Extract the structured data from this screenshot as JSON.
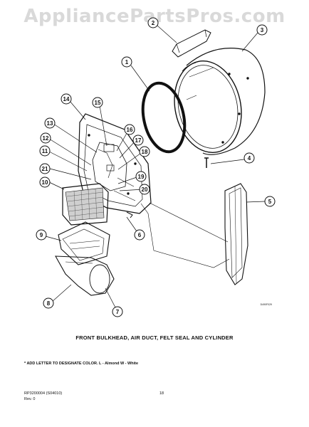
{
  "watermark": "AppliancePartsPros.com",
  "diagram": {
    "callouts": [
      "1",
      "2",
      "3",
      "4",
      "5",
      "6",
      "7",
      "8",
      "9",
      "10",
      "11",
      "12",
      "13",
      "14",
      "15",
      "16",
      "17",
      "18",
      "19",
      "20",
      "21"
    ],
    "drawing_code": "D490F029"
  },
  "caption": "FRONT BULKHEAD, AIR DUCT, FELT SEAL AND CYLINDER",
  "note": "* ADD LETTER TO DESIGNATE COLOR.  L - Almond  W - White",
  "footer": {
    "doc_id": "RP3200004  (S04010)",
    "revision": "Rev. 0",
    "page": "18"
  }
}
